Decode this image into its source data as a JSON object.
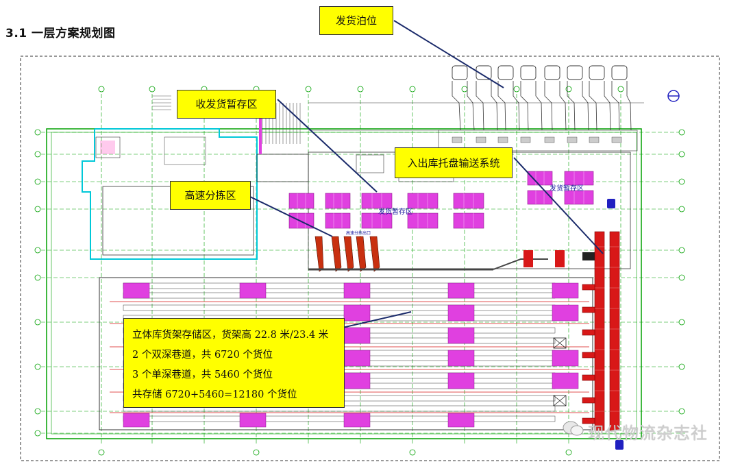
{
  "heading": "3.1  一层方案规划图",
  "callouts": {
    "dock": "发货泊位",
    "staging": "收发货暂存区",
    "sorting": "高速分拣区",
    "conveyor": "入出库托盘输送系统",
    "storage_lines": [
      "立体库货架存储区，货架高 22.8 米/23.4 米",
      "2 个双深巷道，共 6720 个货位",
      "3 个单深巷道，共 5460 个货位",
      "共存储 6720+5460=12180 个货位"
    ]
  },
  "plan_labels": {
    "ship_staging": "发货暂存区",
    "sorting_area": "高速分拣出口",
    "ship_staging_right": "发货暂存区"
  },
  "watermark": "现代物流杂志社",
  "colors": {
    "callout": "#ffff00",
    "rack_magenta": "#e040e0",
    "wall_green": "#00a000",
    "wall_cyan": "#00c8d8",
    "conveyor_red": "#d81818"
  }
}
